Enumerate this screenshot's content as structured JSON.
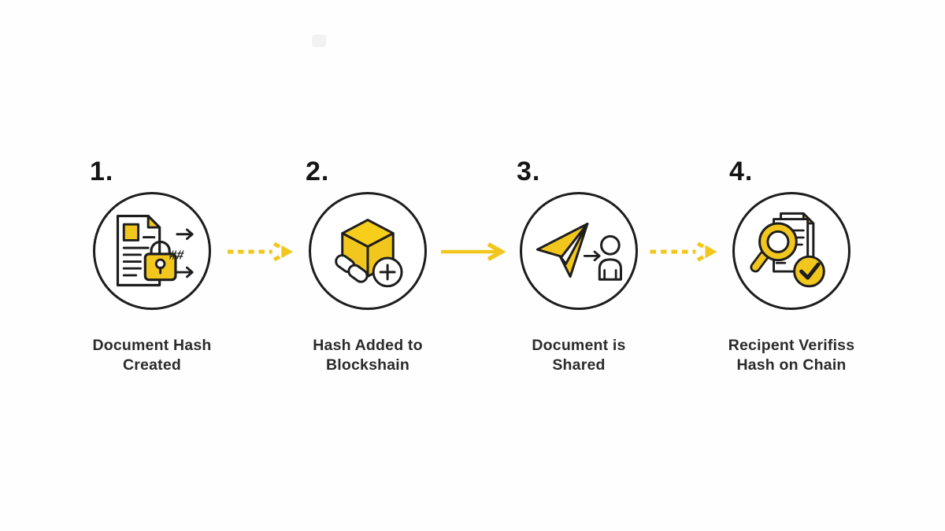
{
  "diagram": {
    "type": "process-flow",
    "background": "#FEFEFE",
    "steps": [
      {
        "number": "1.",
        "label": "Document Hash\nCreated",
        "icon": "document-lock-hash-icon",
        "hash_glyph": "##"
      },
      {
        "number": "2.",
        "label": "Hash Added to\nBlockshain",
        "icon": "cube-chain-plus-icon"
      },
      {
        "number": "3.",
        "label": "Document is\nShared",
        "icon": "paper-plane-person-icon"
      },
      {
        "number": "4.",
        "label": "Recipent Verifiss\nHash on Chain",
        "icon": "magnifier-document-check-icon"
      }
    ],
    "connectors": [
      {
        "style": "dashed",
        "direction": "right"
      },
      {
        "style": "solid",
        "direction": "right"
      },
      {
        "style": "dashed",
        "direction": "right"
      }
    ],
    "colors": {
      "yellow": "#F2C71D",
      "yellow_bright": "#F6CE1B",
      "outline": "#1D1D1D",
      "text": "#2B2B2B"
    }
  }
}
